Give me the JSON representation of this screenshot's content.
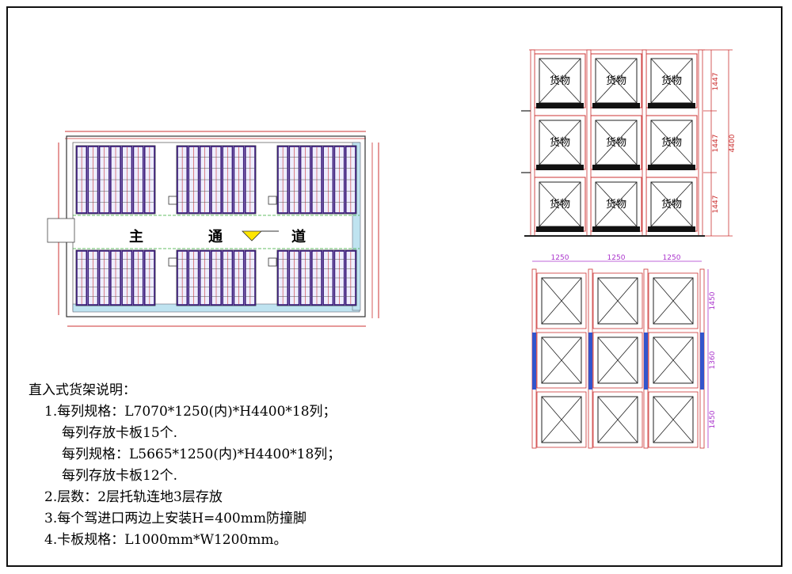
{
  "plan": {
    "aisle_chars": [
      "主",
      "通",
      "道"
    ]
  },
  "elevation": {
    "cargo_label": "货物",
    "dims": [
      "1447",
      "1447",
      "1447"
    ],
    "total": "4400"
  },
  "top_view": {
    "widths": [
      "1250",
      "1250",
      "1250"
    ],
    "depths": [
      "1450",
      "1360",
      "1450"
    ]
  },
  "notes": {
    "title": "直入式货架说明：",
    "line1": "1.每列规格：L7070*1250(内)*H4400*18列；",
    "line1b": "每列存放卡板15个.",
    "line1c": "每列规格：L5665*1250(内)*H4400*18列；",
    "line1d": "每列存放卡板12个.",
    "line2": "2.层数：2层托轨连地3层存放",
    "line3": "3.每个驾进口两边上安装H=400mm防撞脚",
    "line4": "4.卡板规格：L1000mm*W1200mm。"
  }
}
